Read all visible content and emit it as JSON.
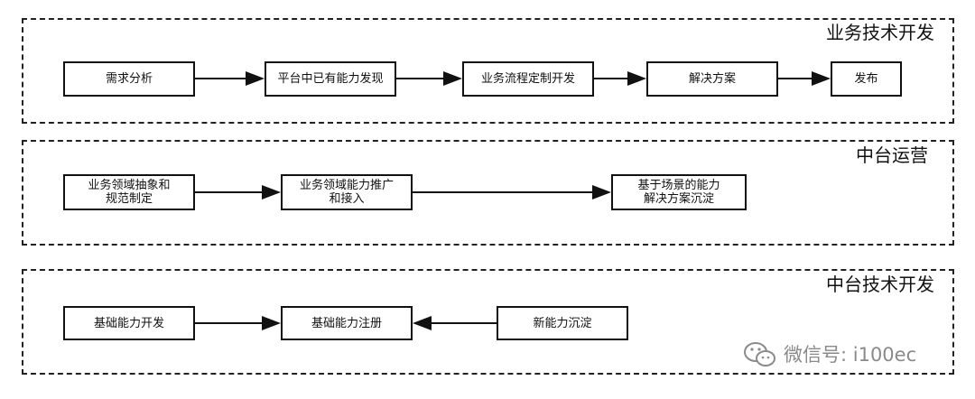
{
  "lanes": {
    "business": {
      "title": "业务技术开发",
      "nodes": [
        "需求分析",
        "平台中已有能力发现",
        "业务流程定制开发",
        "解决方案",
        "发布"
      ]
    },
    "operation": {
      "title": "中台运营",
      "nodes": [
        "业务领域抽象和\n规范制定",
        "业务领域能力推广\n和接入",
        "基于场景的能力\n解决方案沉淀"
      ]
    },
    "platform": {
      "title": "中台技术开发",
      "nodes": [
        "基础能力开发",
        "基础能力注册",
        "新能力沉淀"
      ]
    }
  },
  "watermark": {
    "text": "微信号: i100ec",
    "icon": "wechat-icon"
  },
  "colors": {
    "line": "#111111",
    "watermark": "#8a8a8a"
  }
}
